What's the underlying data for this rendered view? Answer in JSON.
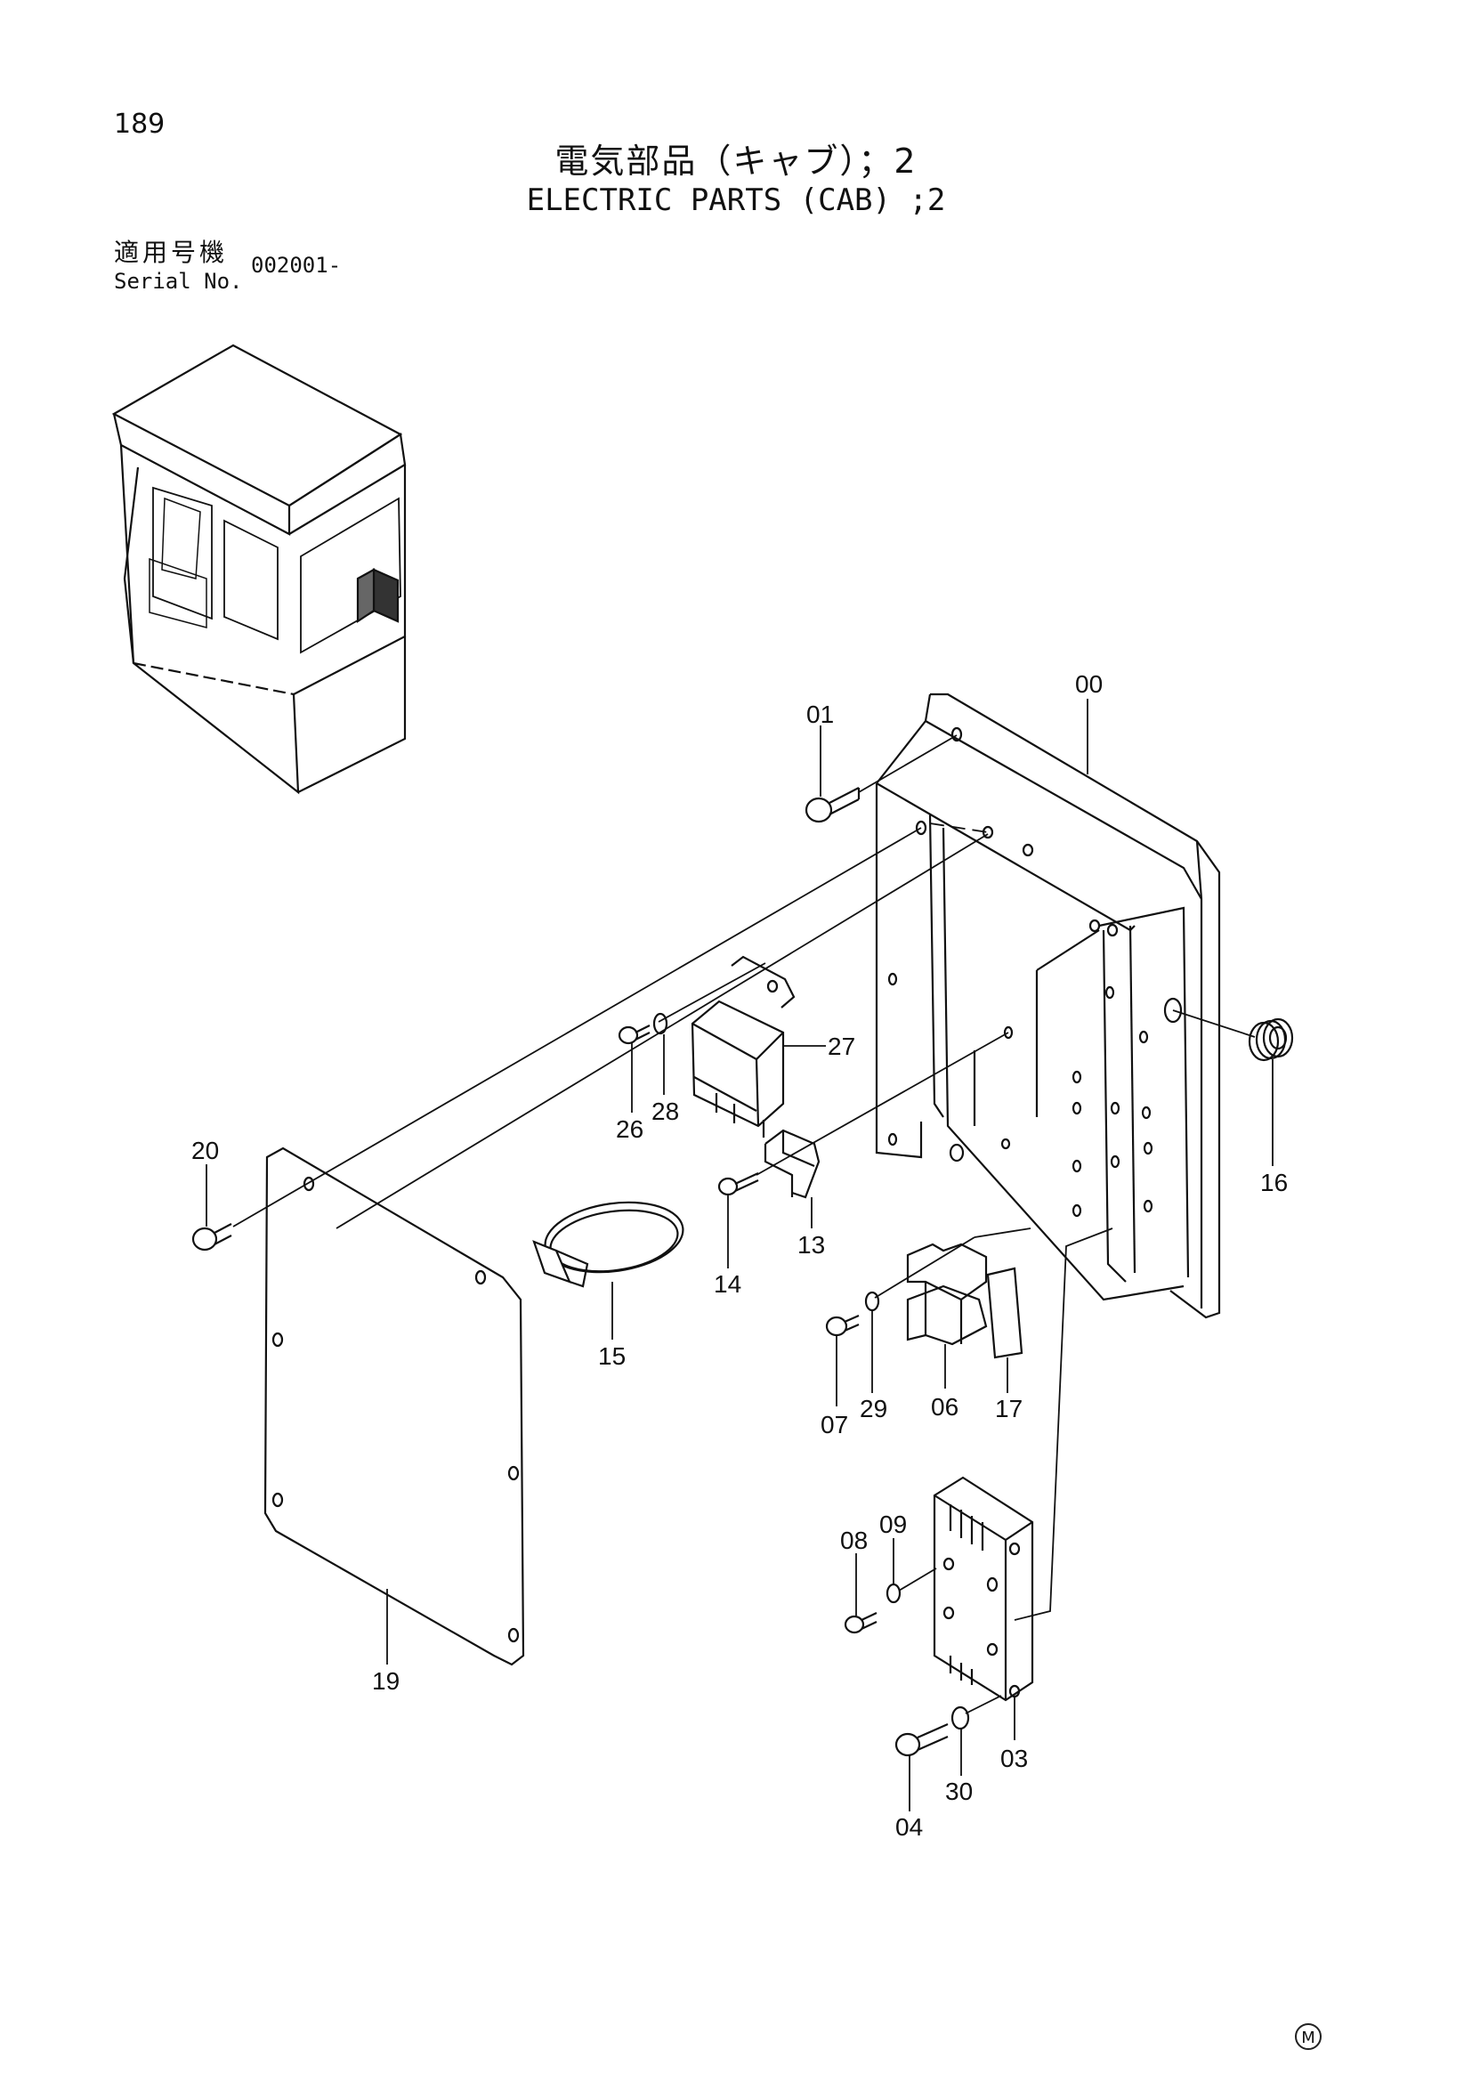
{
  "page_number": "189",
  "title_jp": "電気部品（キャブ）；2",
  "title_en": "ELECTRIC PARTS (CAB) ;2",
  "serial": {
    "label_jp": "適用号機",
    "label_en": "Serial No.",
    "value": "002001-"
  },
  "callouts": {
    "c00": "00",
    "c01": "01",
    "c03": "03",
    "c04": "04",
    "c06": "06",
    "c07": "07",
    "c08": "08",
    "c09": "09",
    "c13": "13",
    "c14": "14",
    "c15": "15",
    "c16": "16",
    "c17": "17",
    "c19": "19",
    "c20": "20",
    "c26": "26",
    "c27": "27",
    "c28": "28",
    "c29": "29",
    "c30": "30"
  },
  "mark": "M"
}
